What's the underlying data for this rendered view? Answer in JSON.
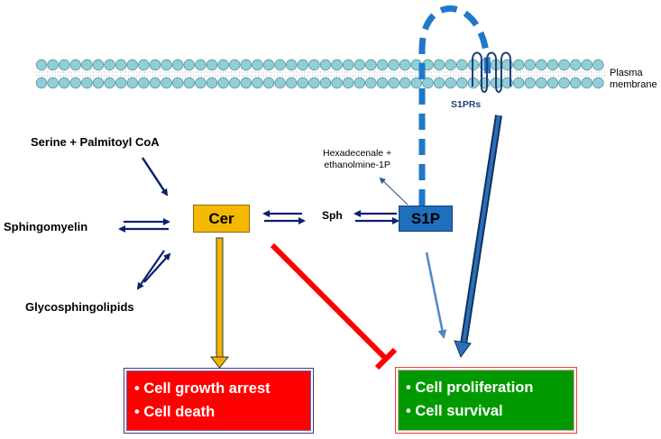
{
  "membrane": {
    "label_line1": "Plasma",
    "label_line2": "membrane"
  },
  "receptor": {
    "label": "S1PRs"
  },
  "precursor": {
    "label": "Serine + Palmitoyl CoA"
  },
  "sphingomyelin": {
    "label": "Sphingomyelin"
  },
  "glycosphingolipids": {
    "label": "Glycosphingolipids"
  },
  "hexadecenal": {
    "line1": "Hexadecenale +",
    "line2": "ethanolmine-1P"
  },
  "sph": {
    "label": "Sph"
  },
  "cer": {
    "label": "Cer",
    "color": "#F5B800"
  },
  "s1p": {
    "label": "S1P",
    "color": "#1F6FBF"
  },
  "death_box": {
    "item1": "• Cell growth arrest",
    "item2": "• Cell death",
    "color": "#FF0000"
  },
  "survival_box": {
    "item1": "• Cell proliferation",
    "item2": "• Cell survival",
    "color": "#009A00"
  },
  "colors": {
    "arrow_dark": "#0D1F6E",
    "inhibit": "#FF0000",
    "s1p_light": "#4F87C5",
    "s1p_dark": "#1F4E8C",
    "bilayer": "#8FD0D8"
  }
}
